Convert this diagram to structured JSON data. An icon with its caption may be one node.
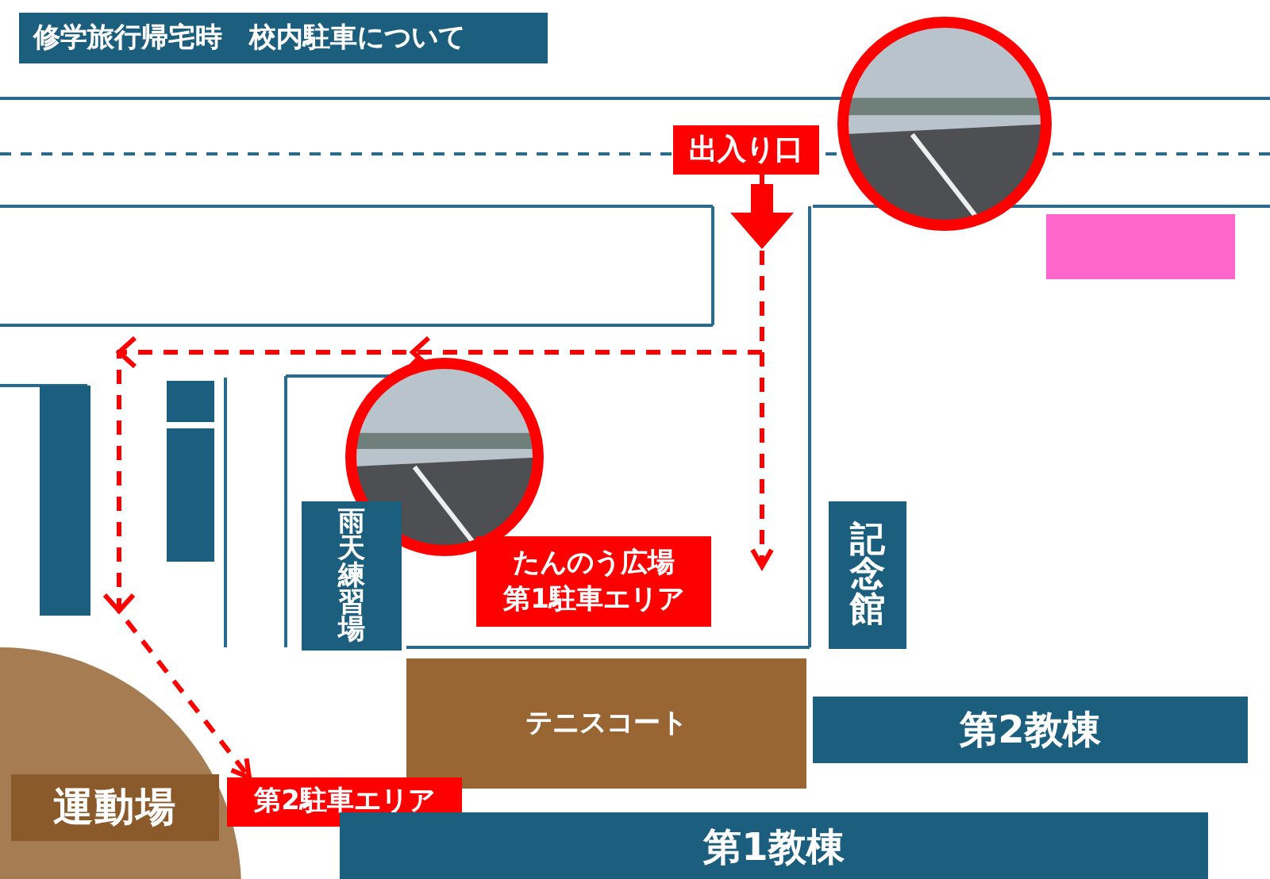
{
  "diagram": {
    "title": "修学旅行帰宅時　校内駐車について",
    "nodes": [
      {
        "text": [
          "出入り口"
        ]
      },
      {
        "text": [],
        "shape": "picture"
      },
      {
        "text": [],
        "shape": "box"
      },
      {
        "text": [],
        "shape": "box"
      },
      {
        "text": [],
        "shape": "box"
      },
      {
        "text": [],
        "shape": "box"
      },
      {
        "text": [],
        "shape": "picture"
      },
      {
        "text": [
          "雨天練習場"
        ]
      },
      {
        "text": [
          "たんのう広場第1駐車エリア"
        ]
      },
      {
        "text": [
          "記念館"
        ]
      },
      {
        "text": [
          "テニスコート"
        ]
      },
      {
        "text": [
          "第2教棟"
        ]
      },
      {
        "text": [
          "運動場"
        ]
      },
      {
        "text": [
          "第2駐車エリア"
        ]
      },
      {
        "text": [
          "第1教棟"
        ]
      }
    ],
    "edges": [
      {
        "from": 0,
        "to": 8,
        "arrow": "to",
        "style": "dashed"
      },
      {
        "from": 0,
        "to": 13,
        "arrow": "to",
        "style": "dashed"
      }
    ]
  }
}
